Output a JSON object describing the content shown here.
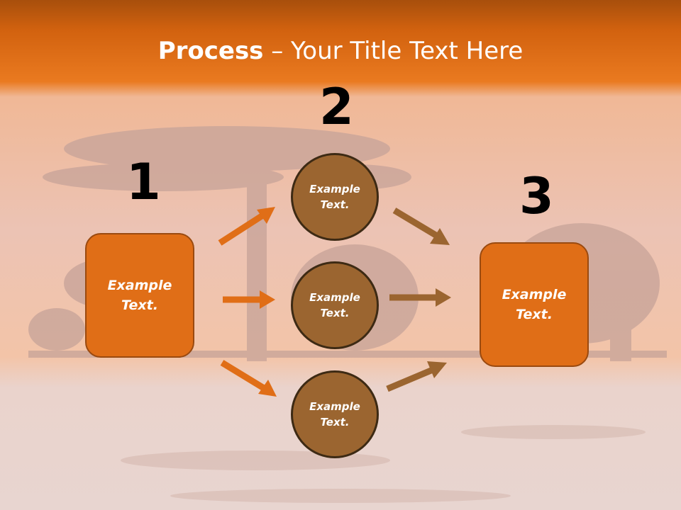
{
  "title": {
    "bold": "Process",
    "rest": " – Your Title Text Here"
  },
  "steps": {
    "one": "1",
    "two": "2",
    "three": "3"
  },
  "boxes": {
    "left": [
      "Example",
      "Text."
    ],
    "right": [
      "Example",
      "Text."
    ]
  },
  "circles": [
    [
      "Example",
      "Text."
    ],
    [
      "Example",
      "Text."
    ],
    [
      "Example",
      "Text."
    ]
  ],
  "colors": {
    "orange": "#e06e17",
    "brown": "#9b6530",
    "sky": "#e36f14"
  }
}
